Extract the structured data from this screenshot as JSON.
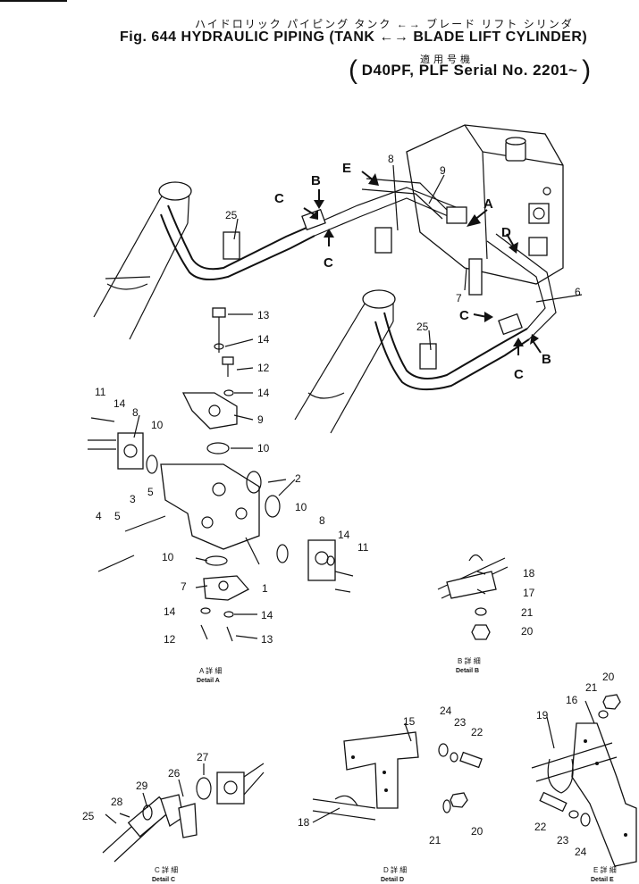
{
  "header": {
    "jp_title": "ハイドロリック パイピング タンク ←→ ブレード リフト シリンダ",
    "fig_title": "Fig. 644  HYDRAULIC PIPING (TANK ←→ BLADE LIFT CYLINDER)",
    "serial_jp": "適用号機",
    "serial_text": "D40PF, PLF Serial No. 2201~"
  },
  "arrow_labels": {
    "A": "A",
    "B": "B",
    "C": "C",
    "D": "D",
    "E": "E"
  },
  "callouts": {
    "n1": "1",
    "n2": "2",
    "n3": "3",
    "n4": "4",
    "n5": "5",
    "n6": "6",
    "n7": "7",
    "n8": "8",
    "n9": "9",
    "n10": "10",
    "n11": "11",
    "n12": "12",
    "n13": "13",
    "n14": "14",
    "n15": "15",
    "n16": "16",
    "n17": "17",
    "n18": "18",
    "n19": "19",
    "n20": "20",
    "n21": "21",
    "n22": "22",
    "n23": "23",
    "n24": "24",
    "n25": "25",
    "n26": "26",
    "n27": "27",
    "n28": "28",
    "n29": "29"
  },
  "details": {
    "A": {
      "jp": "A 詳 細",
      "en": "Detail A"
    },
    "B": {
      "jp": "B 詳 細",
      "en": "Detail B"
    },
    "C": {
      "jp": "C 詳 細",
      "en": "Detail C"
    },
    "D": {
      "jp": "D 詳 細",
      "en": "Detail D"
    },
    "E": {
      "jp": "E 詳 細",
      "en": "Detail E"
    }
  }
}
